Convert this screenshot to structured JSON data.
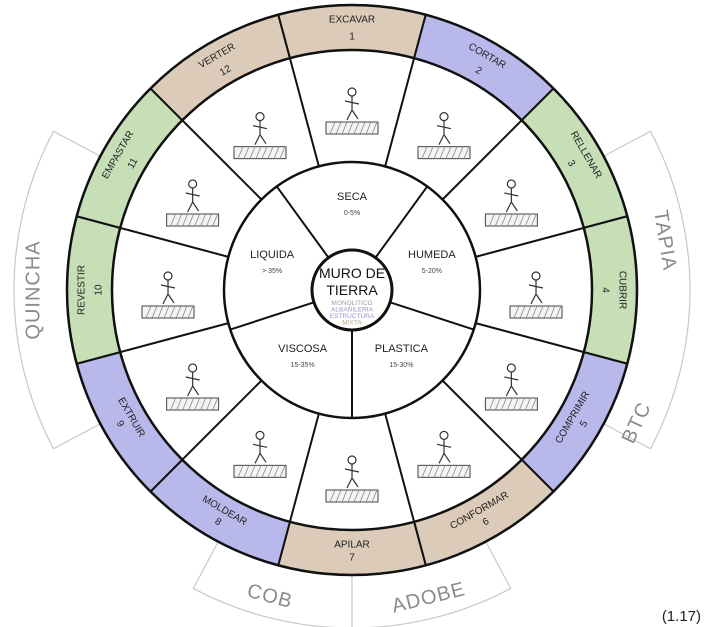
{
  "center": {
    "title_line1": "MURO DE",
    "title_line2": "TIERRA",
    "subtitles": [
      {
        "text": "MONOLITICO",
        "color": "#9aa0a6"
      },
      {
        "text": "ALBAÑILERIA",
        "color": "#a58fc8"
      },
      {
        "text": "ESTRUCTURA",
        "color": "#a58fc8"
      },
      {
        "text": "MIXTA",
        "color": "#b8a38a"
      }
    ]
  },
  "states": [
    {
      "name": "SECA",
      "range": "0-5%"
    },
    {
      "name": "HUMEDA",
      "range": "5-20%"
    },
    {
      "name": "PLASTICA",
      "range": "15-30%"
    },
    {
      "name": "VISCOSA",
      "range": "15-35%"
    },
    {
      "name": "LIQUIDA",
      "range": "> 35%"
    }
  ],
  "processes": [
    {
      "num": "1",
      "name": "EXCAVAR",
      "color": "#dccbb8"
    },
    {
      "num": "2",
      "name": "CORTAR",
      "color": "#b9b8ea"
    },
    {
      "num": "3",
      "name": "RELLENAR",
      "color": "#c6dfb6"
    },
    {
      "num": "4",
      "name": "CUBRIR",
      "color": "#c6dfb6"
    },
    {
      "num": "5",
      "name": "COMPRIMIR",
      "color": "#b9b8ea"
    },
    {
      "num": "6",
      "name": "CONFORMAR",
      "color": "#dccbb8"
    },
    {
      "num": "7",
      "name": "APILAR",
      "color": "#dccbb8"
    },
    {
      "num": "8",
      "name": "MOLDEAR",
      "color": "#b9b8ea"
    },
    {
      "num": "9",
      "name": "EXTRUIR",
      "color": "#b9b8ea"
    },
    {
      "num": "10",
      "name": "REVESTIR",
      "color": "#c6dfb6"
    },
    {
      "num": "11",
      "name": "EMPASTAR",
      "color": "#c6dfb6"
    },
    {
      "num": "12",
      "name": "VERTER",
      "color": "#dccbb8"
    }
  ],
  "techniques": {
    "tapia": "TAPIA",
    "btc": "BTC",
    "quincha": "QUINCHA",
    "adobe": "ADOBE",
    "cob": "COB"
  },
  "figure_ref": "(1.17)"
}
